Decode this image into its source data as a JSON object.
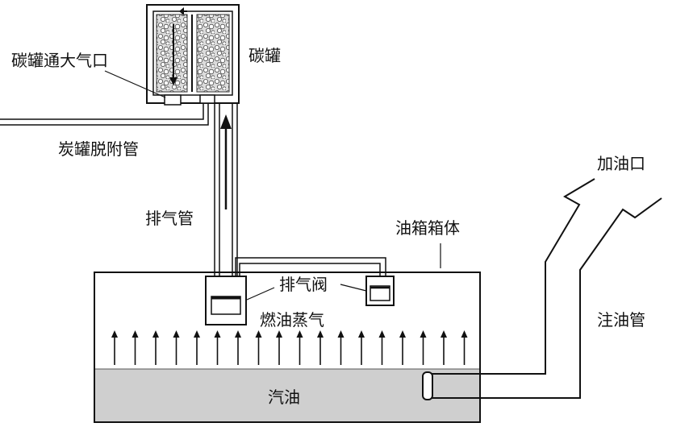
{
  "labels": {
    "canister_vent": "碳罐通大气口",
    "canister": "碳罐",
    "purge_pipe": "炭罐脱附管",
    "vent_pipe": "排气管",
    "tank_body": "油箱箱体",
    "vent_valve": "排气阀",
    "fuel_vapor": "燃油蒸气",
    "fuel_inlet": "加油口",
    "filler_pipe": "注油管",
    "gasoline": "汽油"
  },
  "colors": {
    "line": "#111111",
    "fuel": "#cfcfcf",
    "canister_fill": "#e6e6e6"
  },
  "vapor_arrow_count": 18
}
